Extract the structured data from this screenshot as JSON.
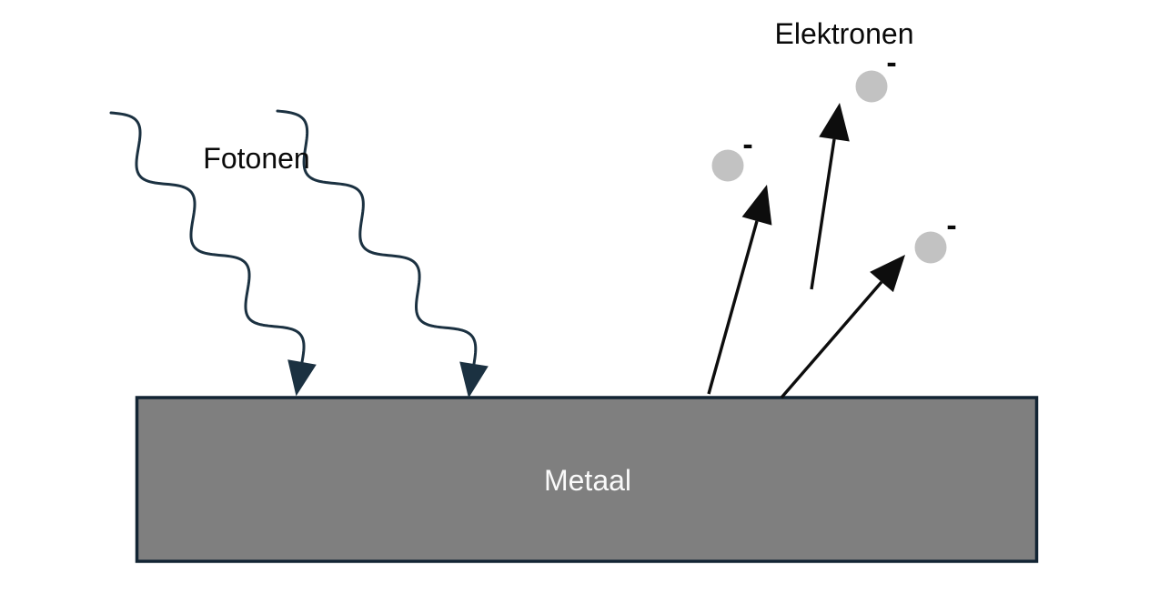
{
  "figure": {
    "photons": {
      "label": "Fotonen",
      "count": 2
    },
    "electrons": {
      "label": "Elektronen",
      "count": 3,
      "charge_label": "-"
    },
    "metal": {
      "label": "Metaal"
    }
  },
  "colors": {
    "background": "#ffffff",
    "photon": "#1b3141",
    "metal_fill": "#7f7f7f",
    "metal_border": "#122433",
    "electron_fill": "#c2c2c2",
    "electron_arrow": "#0d0d0d",
    "label_text": "#0a0a0a",
    "metal_label_text": "#fafafa"
  }
}
